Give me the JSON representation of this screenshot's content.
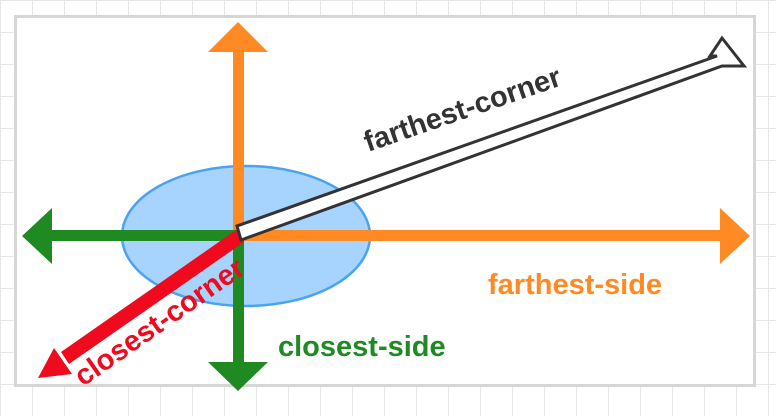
{
  "labels": {
    "farthest_corner": "farthest-corner",
    "farthest_side": "farthest-side",
    "closest_side": "closest-side",
    "closest_corner": "closest-corner"
  },
  "colors": {
    "ellipse_fill": "#a6d4ff",
    "ellipse_stroke": "#4aa3f0",
    "orange": "#ff8a24",
    "green": "#1f8a22",
    "red": "#f00a1e",
    "dark": "#333333",
    "grid_line": "#e7e7e7",
    "frame_border": "#d6d6d6"
  }
}
